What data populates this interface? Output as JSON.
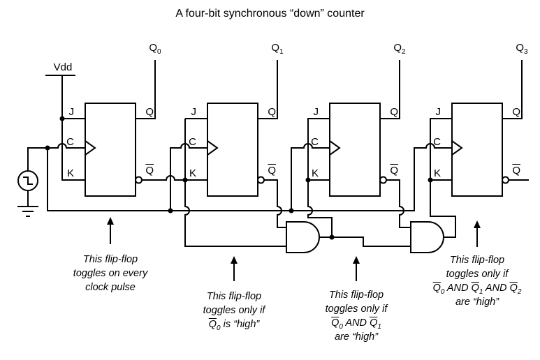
{
  "title": "A four-bit synchronous “down” counter",
  "power_label": "Vdd",
  "colors": {
    "line": "#000000",
    "background": "#ffffff"
  },
  "flipflops": [
    {
      "j": "J",
      "c": "C",
      "k": "K",
      "q": "Q",
      "qbar": "Q",
      "out_base": "Q",
      "out_sub": "0"
    },
    {
      "j": "J",
      "c": "C",
      "k": "K",
      "q": "Q",
      "qbar": "Q",
      "out_base": "Q",
      "out_sub": "1"
    },
    {
      "j": "J",
      "c": "C",
      "k": "K",
      "q": "Q",
      "qbar": "Q",
      "out_base": "Q",
      "out_sub": "2"
    },
    {
      "j": "J",
      "c": "C",
      "k": "K",
      "q": "Q",
      "qbar": "Q",
      "out_base": "Q",
      "out_sub": "3"
    }
  ],
  "annotations": [
    {
      "lines": [
        [
          {
            "t": "This flip-flop"
          }
        ],
        [
          {
            "t": "toggles on every"
          }
        ],
        [
          {
            "t": "clock pulse"
          }
        ]
      ]
    },
    {
      "lines": [
        [
          {
            "t": "This flip-flop"
          }
        ],
        [
          {
            "t": "toggles only if"
          }
        ],
        [
          {
            "t": "Q",
            "ov": true,
            "sub": "0"
          },
          {
            "t": " is “high”"
          }
        ]
      ]
    },
    {
      "lines": [
        [
          {
            "t": "This flip-flop"
          }
        ],
        [
          {
            "t": "toggles only if"
          }
        ],
        [
          {
            "t": "Q",
            "ov": true,
            "sub": "0"
          },
          {
            "t": " AND "
          },
          {
            "t": "Q",
            "ov": true,
            "sub": "1"
          }
        ],
        [
          {
            "t": "are “high”"
          }
        ]
      ]
    },
    {
      "lines": [
        [
          {
            "t": "This flip-flop"
          }
        ],
        [
          {
            "t": "toggles only if"
          }
        ],
        [
          {
            "t": "Q",
            "ov": true,
            "sub": "0"
          },
          {
            "t": " AND "
          },
          {
            "t": "Q",
            "ov": true,
            "sub": "1"
          },
          {
            "t": " AND "
          },
          {
            "t": "Q",
            "ov": true,
            "sub": "2"
          }
        ],
        [
          {
            "t": "are “high”"
          }
        ]
      ]
    }
  ]
}
